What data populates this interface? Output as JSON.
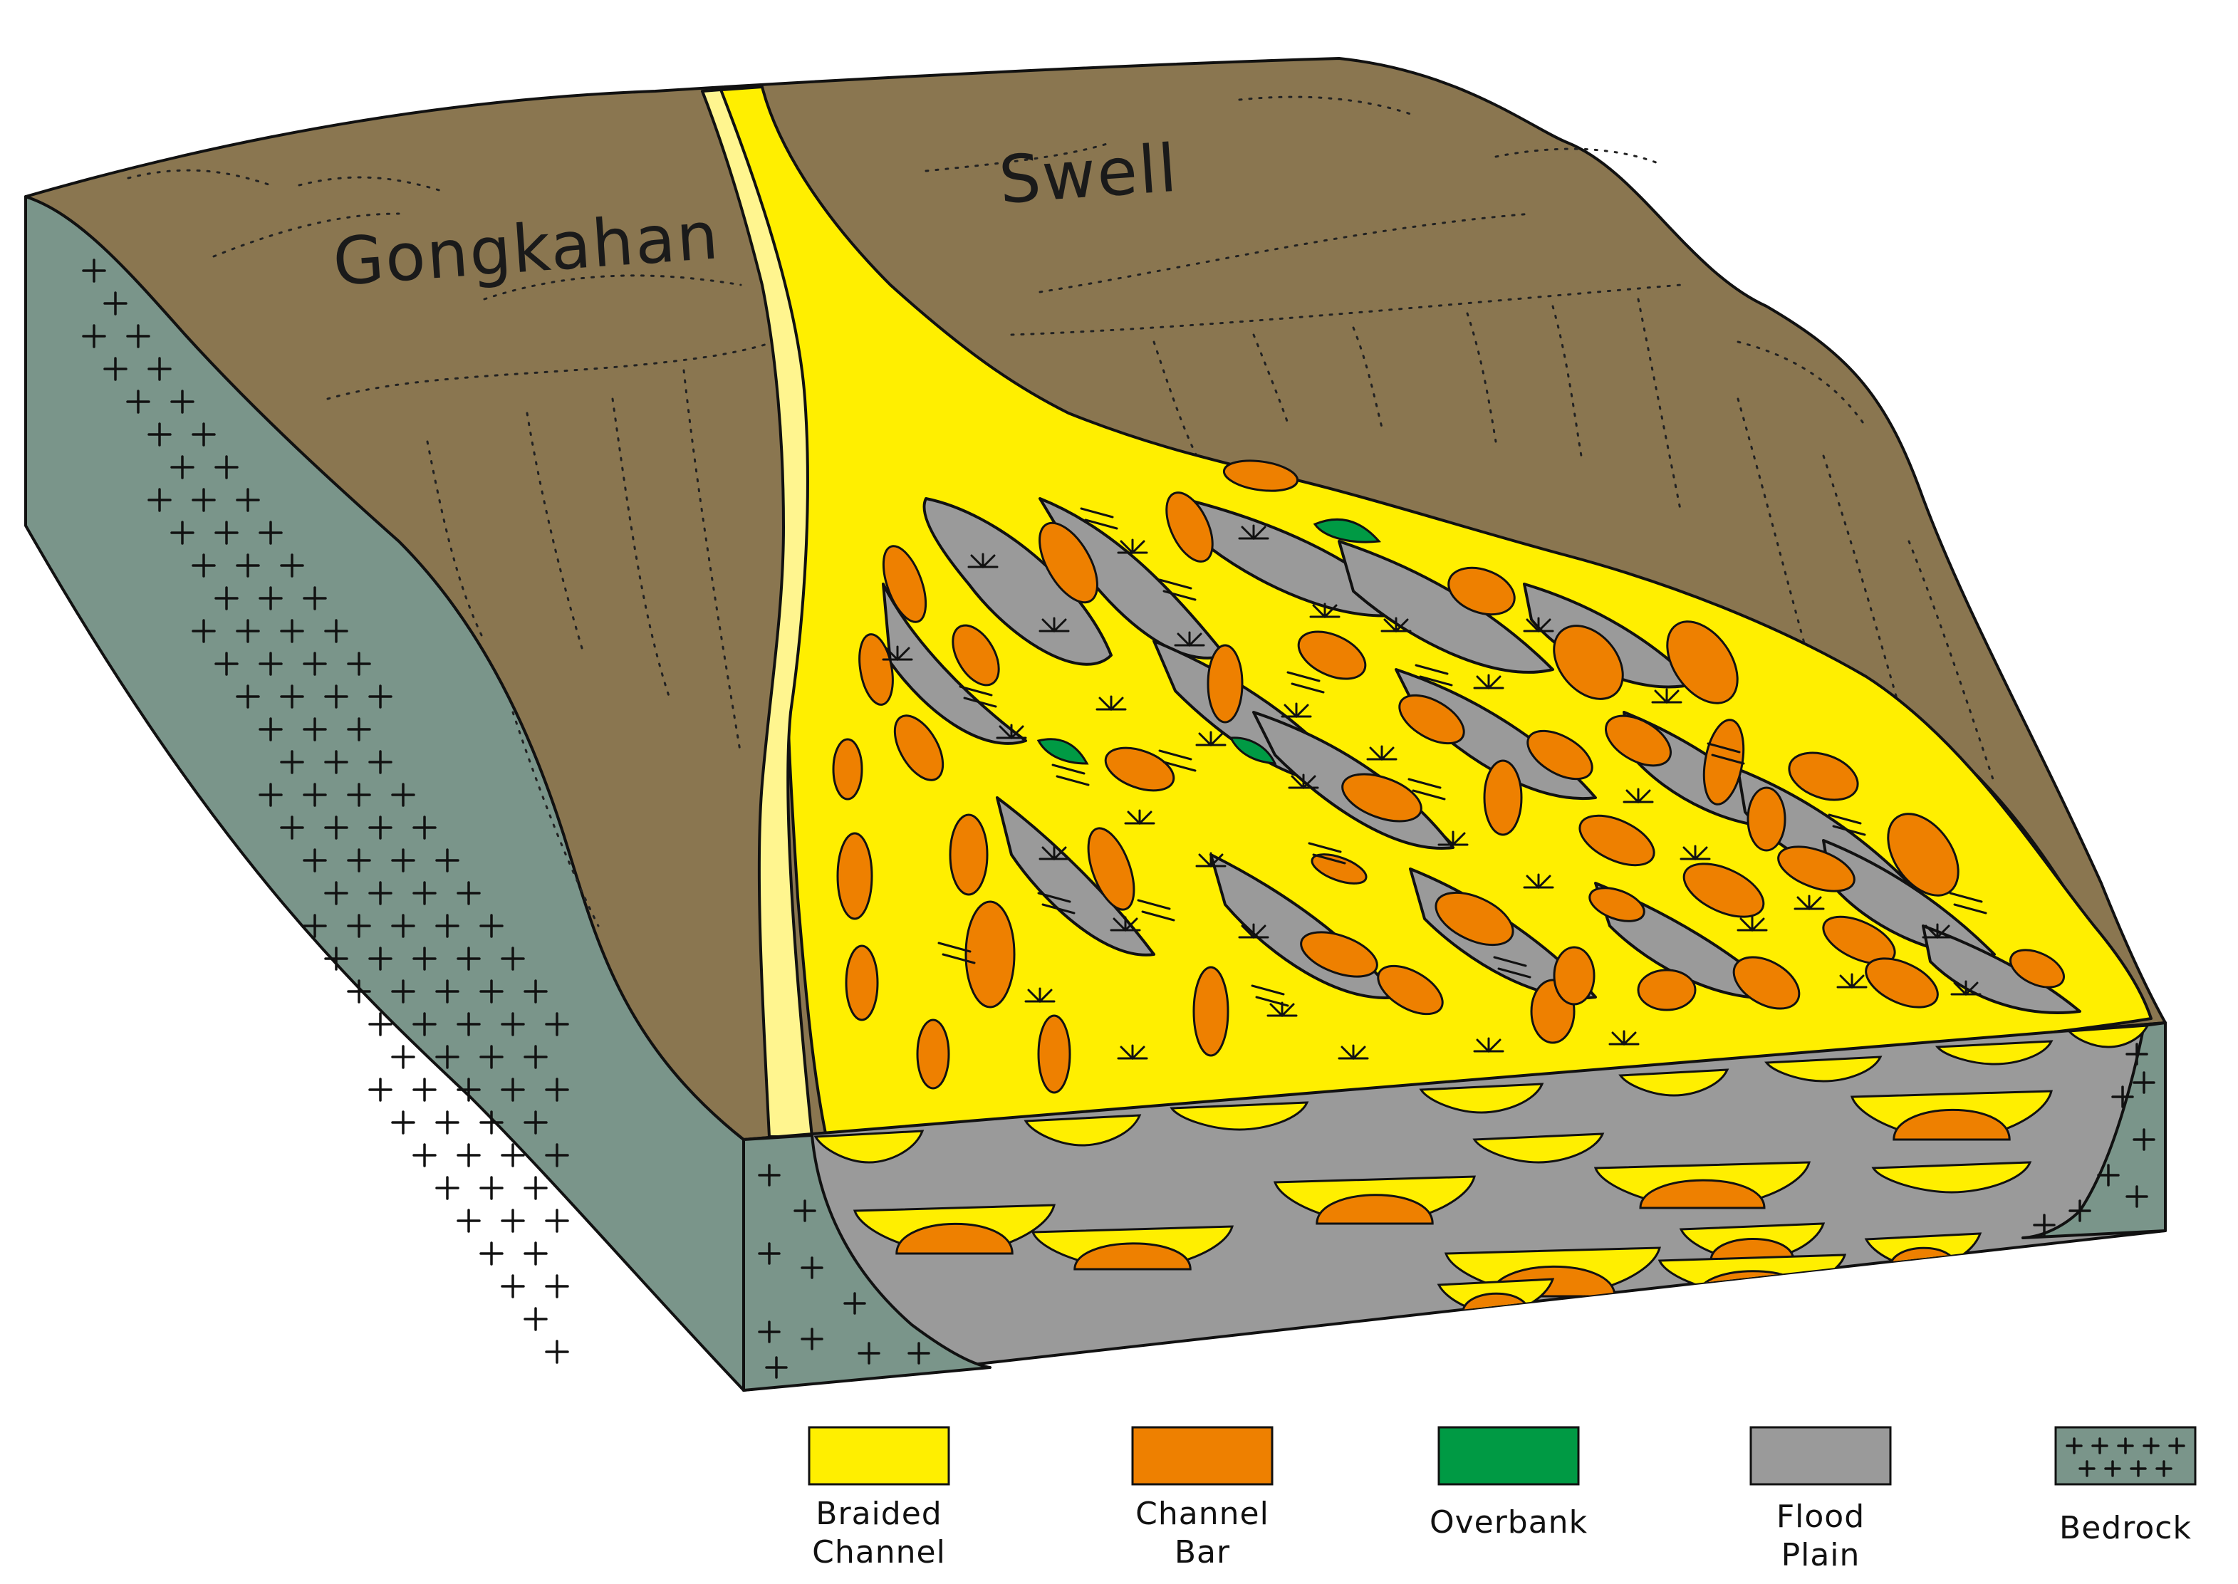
{
  "labels": {
    "gongkahan": "Gongkahan",
    "swell": "Swell"
  },
  "legend": [
    {
      "id": "braided-channel",
      "lines": [
        "Braided",
        "Channel"
      ],
      "color": "#FFEF00"
    },
    {
      "id": "channel-bar",
      "lines": [
        "Channel",
        "Bar"
      ],
      "color": "#EE8000"
    },
    {
      "id": "overbank",
      "lines": [
        "Overbank"
      ],
      "color": "#009A44"
    },
    {
      "id": "flood-plain",
      "lines": [
        "Flood",
        "Plain"
      ],
      "color": "#9A9A9A"
    },
    {
      "id": "bedrock",
      "lines": [
        "Bedrock"
      ],
      "color": "#7A958A"
    }
  ],
  "colors": {
    "terrain": "#8A7650",
    "bedrock": "#7A958A",
    "channel": "#FFEF00",
    "channel_light": "#FFF58F",
    "bar": "#EE8000",
    "floodplain": "#9A9A9A",
    "overbank": "#009A44"
  }
}
